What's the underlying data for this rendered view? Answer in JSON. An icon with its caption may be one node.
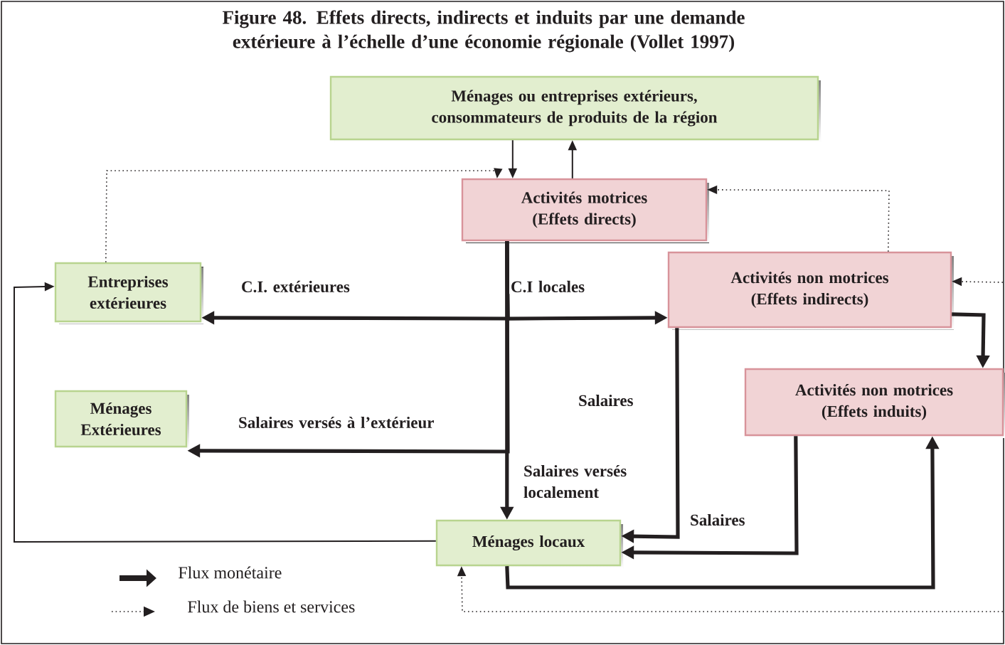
{
  "diagram": {
    "title": "Figure 48. Effets directs, indirects et induits par une demande extérieure à l’échelle d’une économie régionale (Vollet 1997)",
    "nodes": [
      {
        "text": [
          "Ménages ou entreprises extérieurs, consommateurs de produits de la région"
        ]
      },
      {
        "text": [
          "Activités motrices (Effets directs)"
        ]
      },
      {
        "text": [
          "Entreprises extérieures"
        ]
      },
      {
        "text": [
          "Activités non motrices (Effets indirects)"
        ]
      },
      {
        "text": [
          "Ménages Extérieures"
        ]
      },
      {
        "text": [
          "Activités non motrices (Effets induits)"
        ]
      },
      {
        "text": [
          "Ménages locaux"
        ]
      }
    ],
    "edges": [
      {
        "from": 0,
        "to": 1,
        "arrow": "to"
      },
      {
        "from": 1,
        "to": 0,
        "arrow": "to"
      },
      {
        "from": 2,
        "to": 1,
        "arrow": "to",
        "style": "dashed"
      },
      {
        "from": 3,
        "to": 1,
        "arrow": "to",
        "style": "dashed"
      },
      {
        "from": null,
        "to": 3,
        "arrow": "to",
        "style": "dashed"
      },
      {
        "from": null,
        "to": 6,
        "arrow": "to",
        "style": "dashed"
      },
      {
        "from": 6,
        "to": 2,
        "arrow": "to"
      },
      {
        "from": 1,
        "to": 2,
        "arrow": "to",
        "label": "C.I. extérieures"
      },
      {
        "from": 1,
        "to": 3,
        "arrow": "to",
        "label": "C.I locales"
      },
      {
        "from": 1,
        "to": 6,
        "arrow": "to",
        "label": "Salaires versés localement"
      },
      {
        "from": 1,
        "to": 4,
        "arrow": "to",
        "label": "Salaires versés à l’extérieur"
      },
      {
        "from": 3,
        "to": 6,
        "arrow": "to",
        "label": "Salaires"
      },
      {
        "from": 3,
        "to": 5,
        "arrow": "to"
      },
      {
        "from": 5,
        "to": 6,
        "arrow": "to",
        "label": "Salaires"
      },
      {
        "from": 6,
        "to": 5,
        "arrow": "to"
      }
    ],
    "legend": [
      {
        "text": "Flux monétaire"
      },
      {
        "text": "Flux de biens et services"
      }
    ]
  }
}
